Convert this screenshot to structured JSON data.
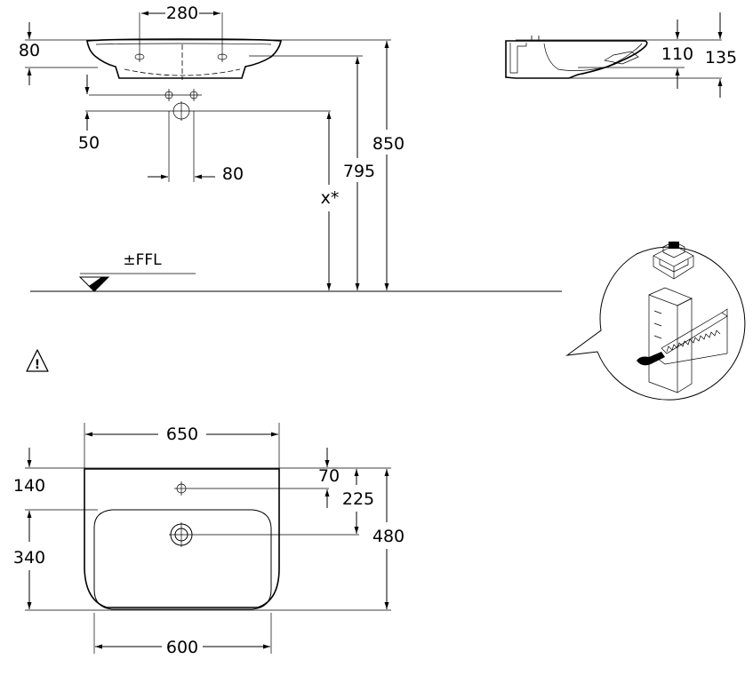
{
  "front_view": {
    "tap_hole_spacing": "280",
    "rim_height": "80",
    "waste_spacing": "50",
    "waste_pipe": "80",
    "mounting_height": "795",
    "total_height": "850",
    "variable_height": "x*",
    "floor_label": "±FFL"
  },
  "side_view": {
    "inner_depth": "110",
    "outer_depth": "135"
  },
  "warning": {
    "symbol": "!",
    "icon": "warning-triangle-icon"
  },
  "top_view": {
    "outer_width": "650",
    "rim_to_tap": "70",
    "tap_offset": "140",
    "tap_to_waste": "225",
    "total_depth": "480",
    "bowl_depth": "340",
    "bowl_width": "600"
  }
}
